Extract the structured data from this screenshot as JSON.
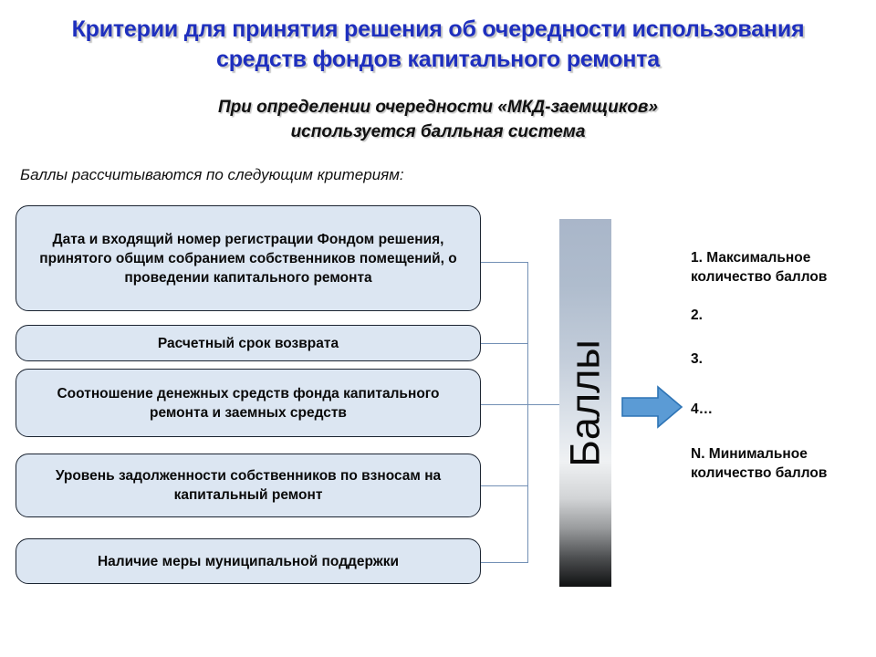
{
  "slide": {
    "title": "Критерии для принятия решения об очередности использования средств фондов капитального ремонта",
    "title_color": "#1E2FBE",
    "subtitle": "При определении очередности «МКД-заемщиков» используется балльная система",
    "leadin": "Баллы рассчитываются по следующим критериям:"
  },
  "criteria": [
    {
      "text": "Дата и входящий номер регистрации Фондом решения, принятого общим собранием собственников помещений, о проведении капитального ремонта"
    },
    {
      "text": "Расчетный срок возврата"
    },
    {
      "text": "Соотношение денежных средств фонда капитального ремонта и заемных средств"
    },
    {
      "text": "Уровень задолженности собственников по взносам на капитальный ремонт"
    },
    {
      "text": "Наличие меры муниципальной поддержки"
    }
  ],
  "score_bar": {
    "label": "Баллы",
    "top_color": "#A9B6C9",
    "mid_color": "#EFF1F3",
    "bottom_color": "#101112"
  },
  "arrow": {
    "name": "right-arrow",
    "fill": "#5B9BD5",
    "stroke": "#2E74B5"
  },
  "ranking": [
    {
      "text": "1. Максимальное количество баллов"
    },
    {
      "text": "2."
    },
    {
      "text": "3."
    },
    {
      "text": "4…"
    },
    {
      "text": "N.  Минимальное количество баллов"
    }
  ],
  "box_style": {
    "fill": "#DCE6F2",
    "border": "#1B2431",
    "connector": "#7390B5"
  }
}
